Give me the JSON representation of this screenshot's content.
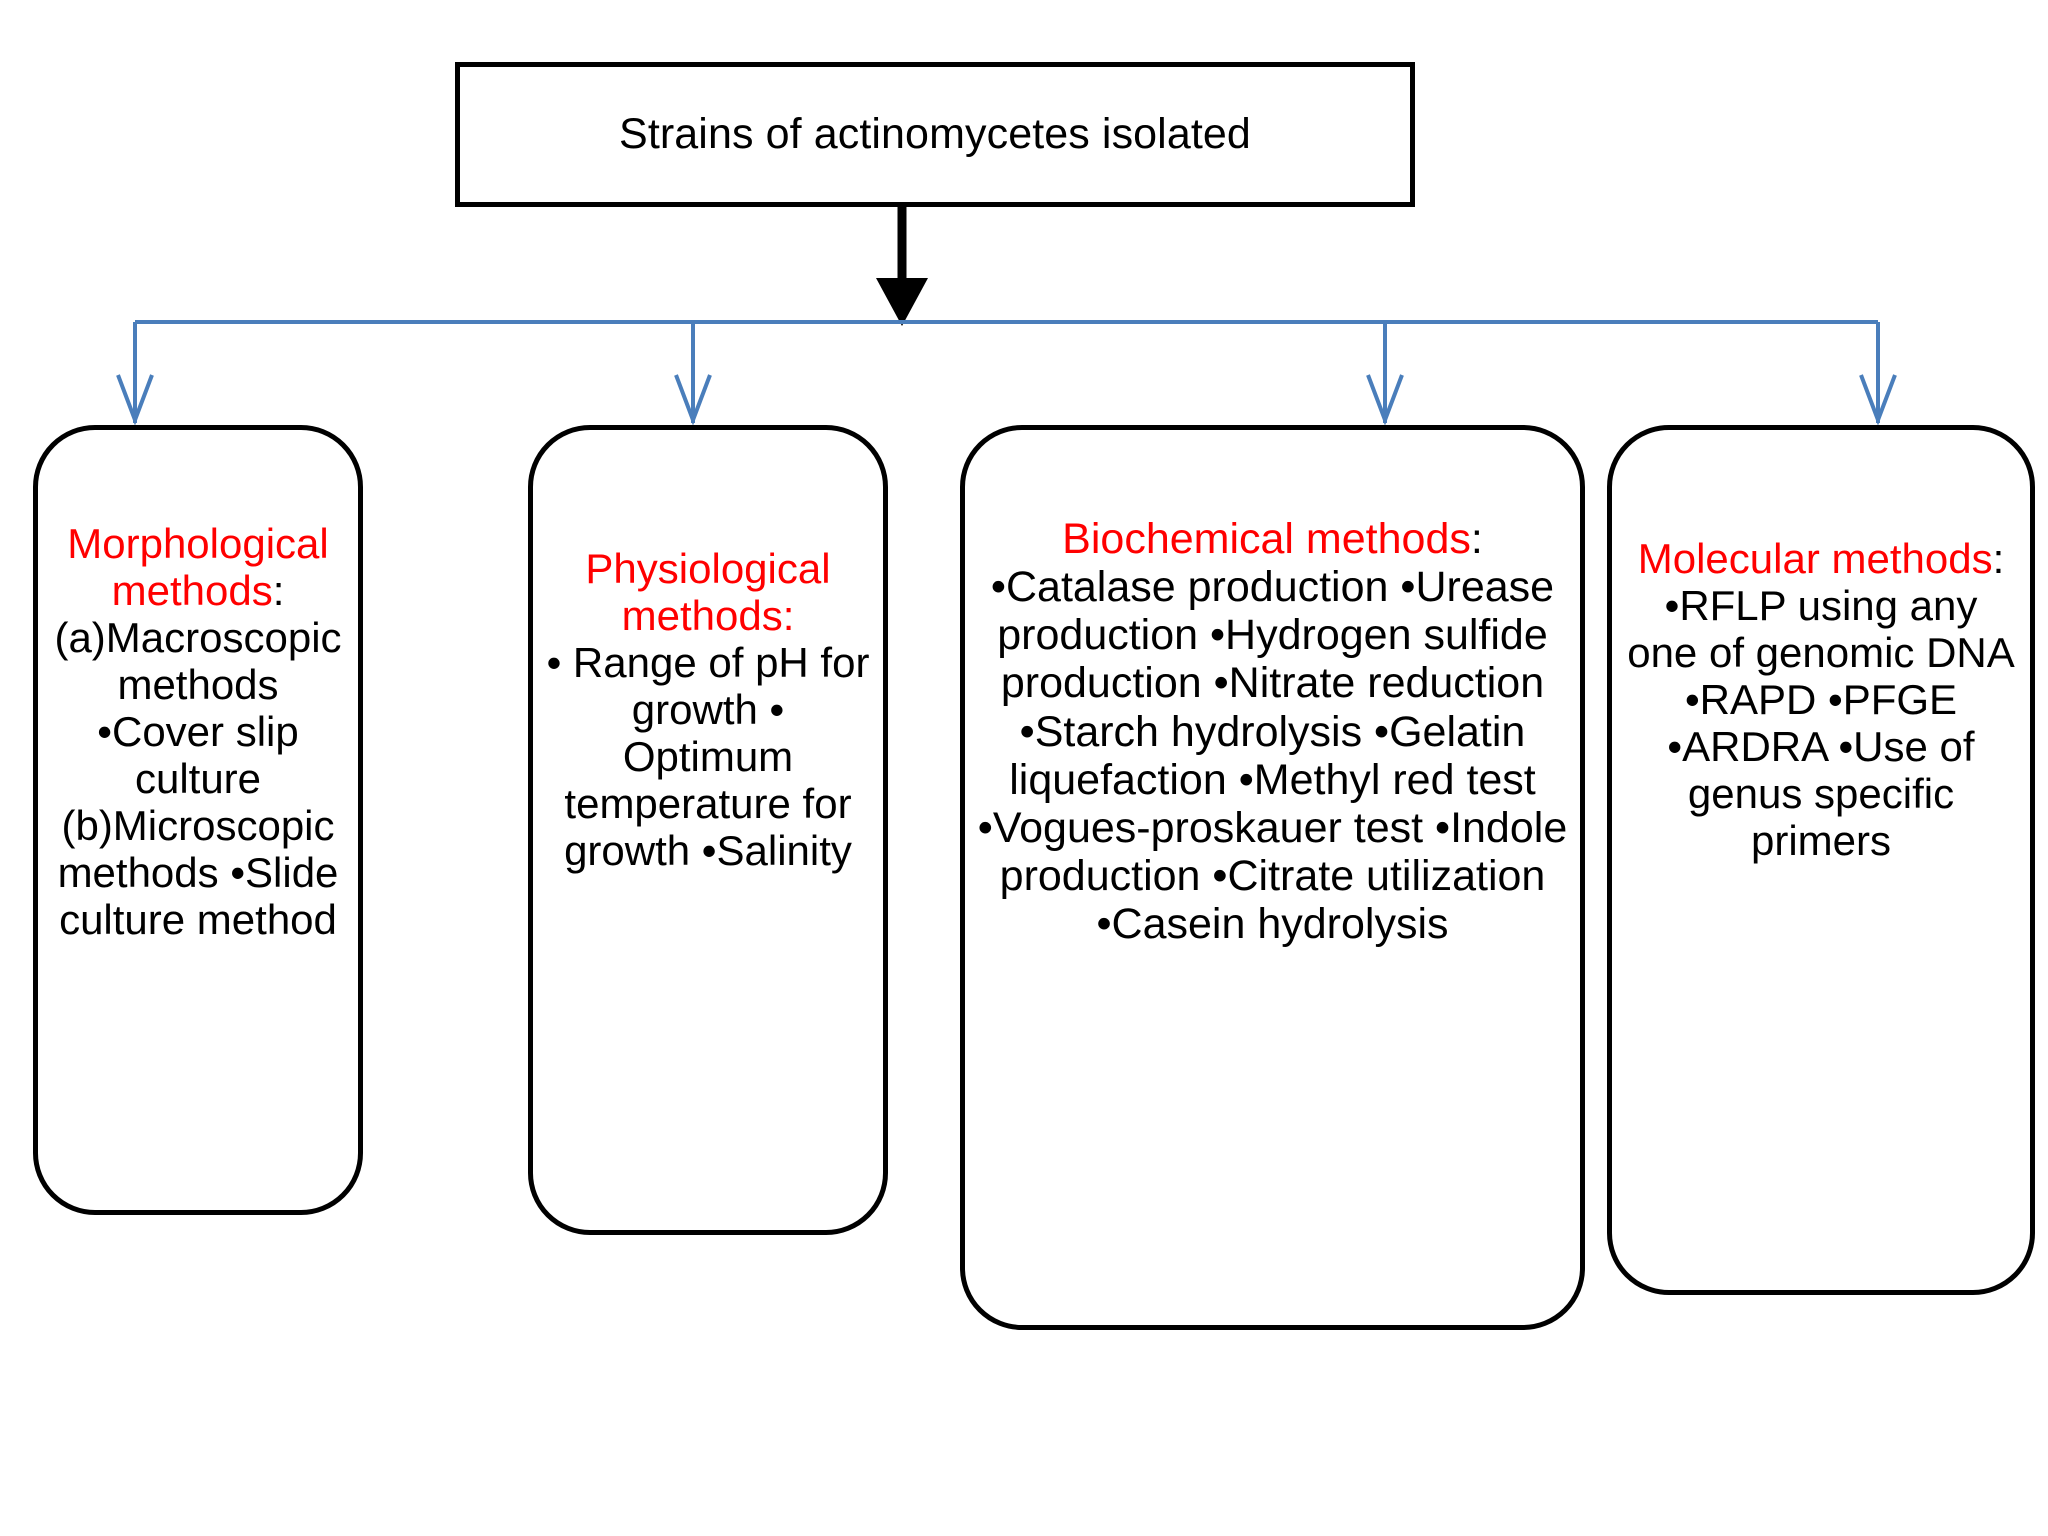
{
  "diagram": {
    "root": {
      "label": "Strains of actinomycetes isolated"
    },
    "branches": [
      {
        "id": "morphological",
        "title": "Morphological methods",
        "title_suffix": ":",
        "title_color": "#ff0000",
        "suffix_color": "#000000",
        "body": "(a)Macroscopic methods\n•Cover slip culture\n(b)Microscopic methods\n•Slide culture method",
        "items": [
          "(a)Macroscopic methods",
          "•Cover slip culture",
          "(b)Microscopic methods",
          "•Slide culture method"
        ]
      },
      {
        "id": "physiological",
        "title": "Physiological methods",
        "title_suffix": ":",
        "title_color": "#ff0000",
        "suffix_color": "#ff0000",
        "body": "• Range of pH for growth • Optimum temperature for growth •Salinity",
        "items": [
          "• Range of pH for growth",
          "• Optimum temperature for growth",
          "•Salinity"
        ]
      },
      {
        "id": "biochemical",
        "title": "Biochemical methods",
        "title_suffix": ":",
        "title_color": "#ff0000",
        "suffix_color": "#000000",
        "body": "•Catalase production •Urease production •Hydrogen sulfide production •Nitrate reduction •Starch hydrolysis •Gelatin liquefaction •Methyl red test •Vogues-proskauer test •Indole production •Citrate utilization •Casein hydrolysis",
        "items": [
          "•Catalase production",
          "•Urease production",
          "•Hydrogen sulfide production",
          "•Nitrate reduction",
          "•Starch hydrolysis",
          "•Gelatin liquefaction",
          "•Methyl red test",
          "•Vogues-proskauer test",
          "•Indole production",
          "•Citrate utilization",
          "•Casein hydrolysis"
        ]
      },
      {
        "id": "molecular",
        "title": "Molecular methods",
        "title_suffix": ":",
        "title_color": "#ff0000",
        "suffix_color": "#000000",
        "body": "•RFLP using any one of genomic DNA •RAPD •PFGE •ARDRA •Use of genus specific primers",
        "items": [
          "•RFLP using any one of genomic DNA",
          "•RAPD",
          "•PFGE",
          "•ARDRA",
          "•Use of genus specific primers"
        ]
      }
    ],
    "colors": {
      "box_border": "#000000",
      "title_red": "#ff0000",
      "body_black": "#000000",
      "connector_blue": "#4a7ebb",
      "root_arrow_black": "#000000",
      "background": "#ffffff"
    }
  }
}
